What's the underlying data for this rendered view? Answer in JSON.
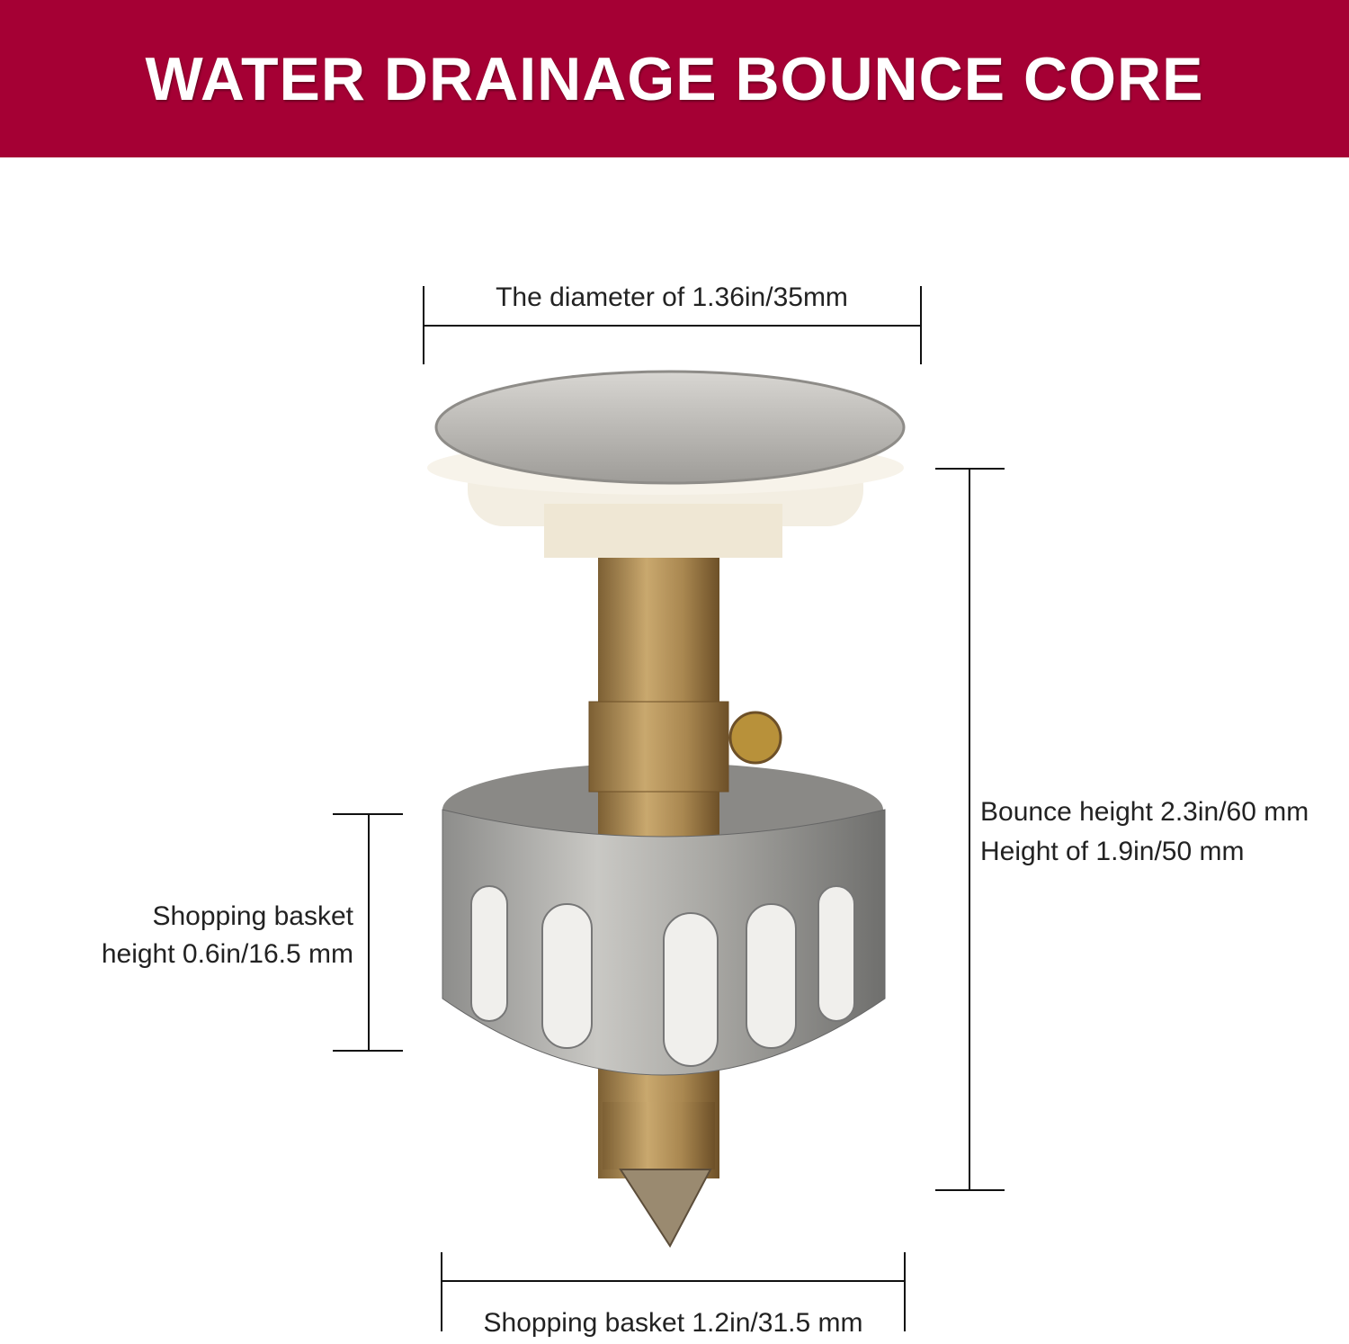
{
  "title": "WATER DRAINAGE BOUNCE CORE",
  "colors": {
    "header": "#a50034",
    "title_text": "#ffffff"
  },
  "dimensions": {
    "diameter": "The diameter of 1.36in/35mm",
    "bounce_height": "Bounce height 2.3in/60 mm",
    "height": "Height of 1.9in/50 mm",
    "basket_height_line1": "Shopping basket",
    "basket_height_line2": "height 0.6in/16.5 mm",
    "basket_width": "Shopping basket 1.2in/31.5 mm"
  }
}
